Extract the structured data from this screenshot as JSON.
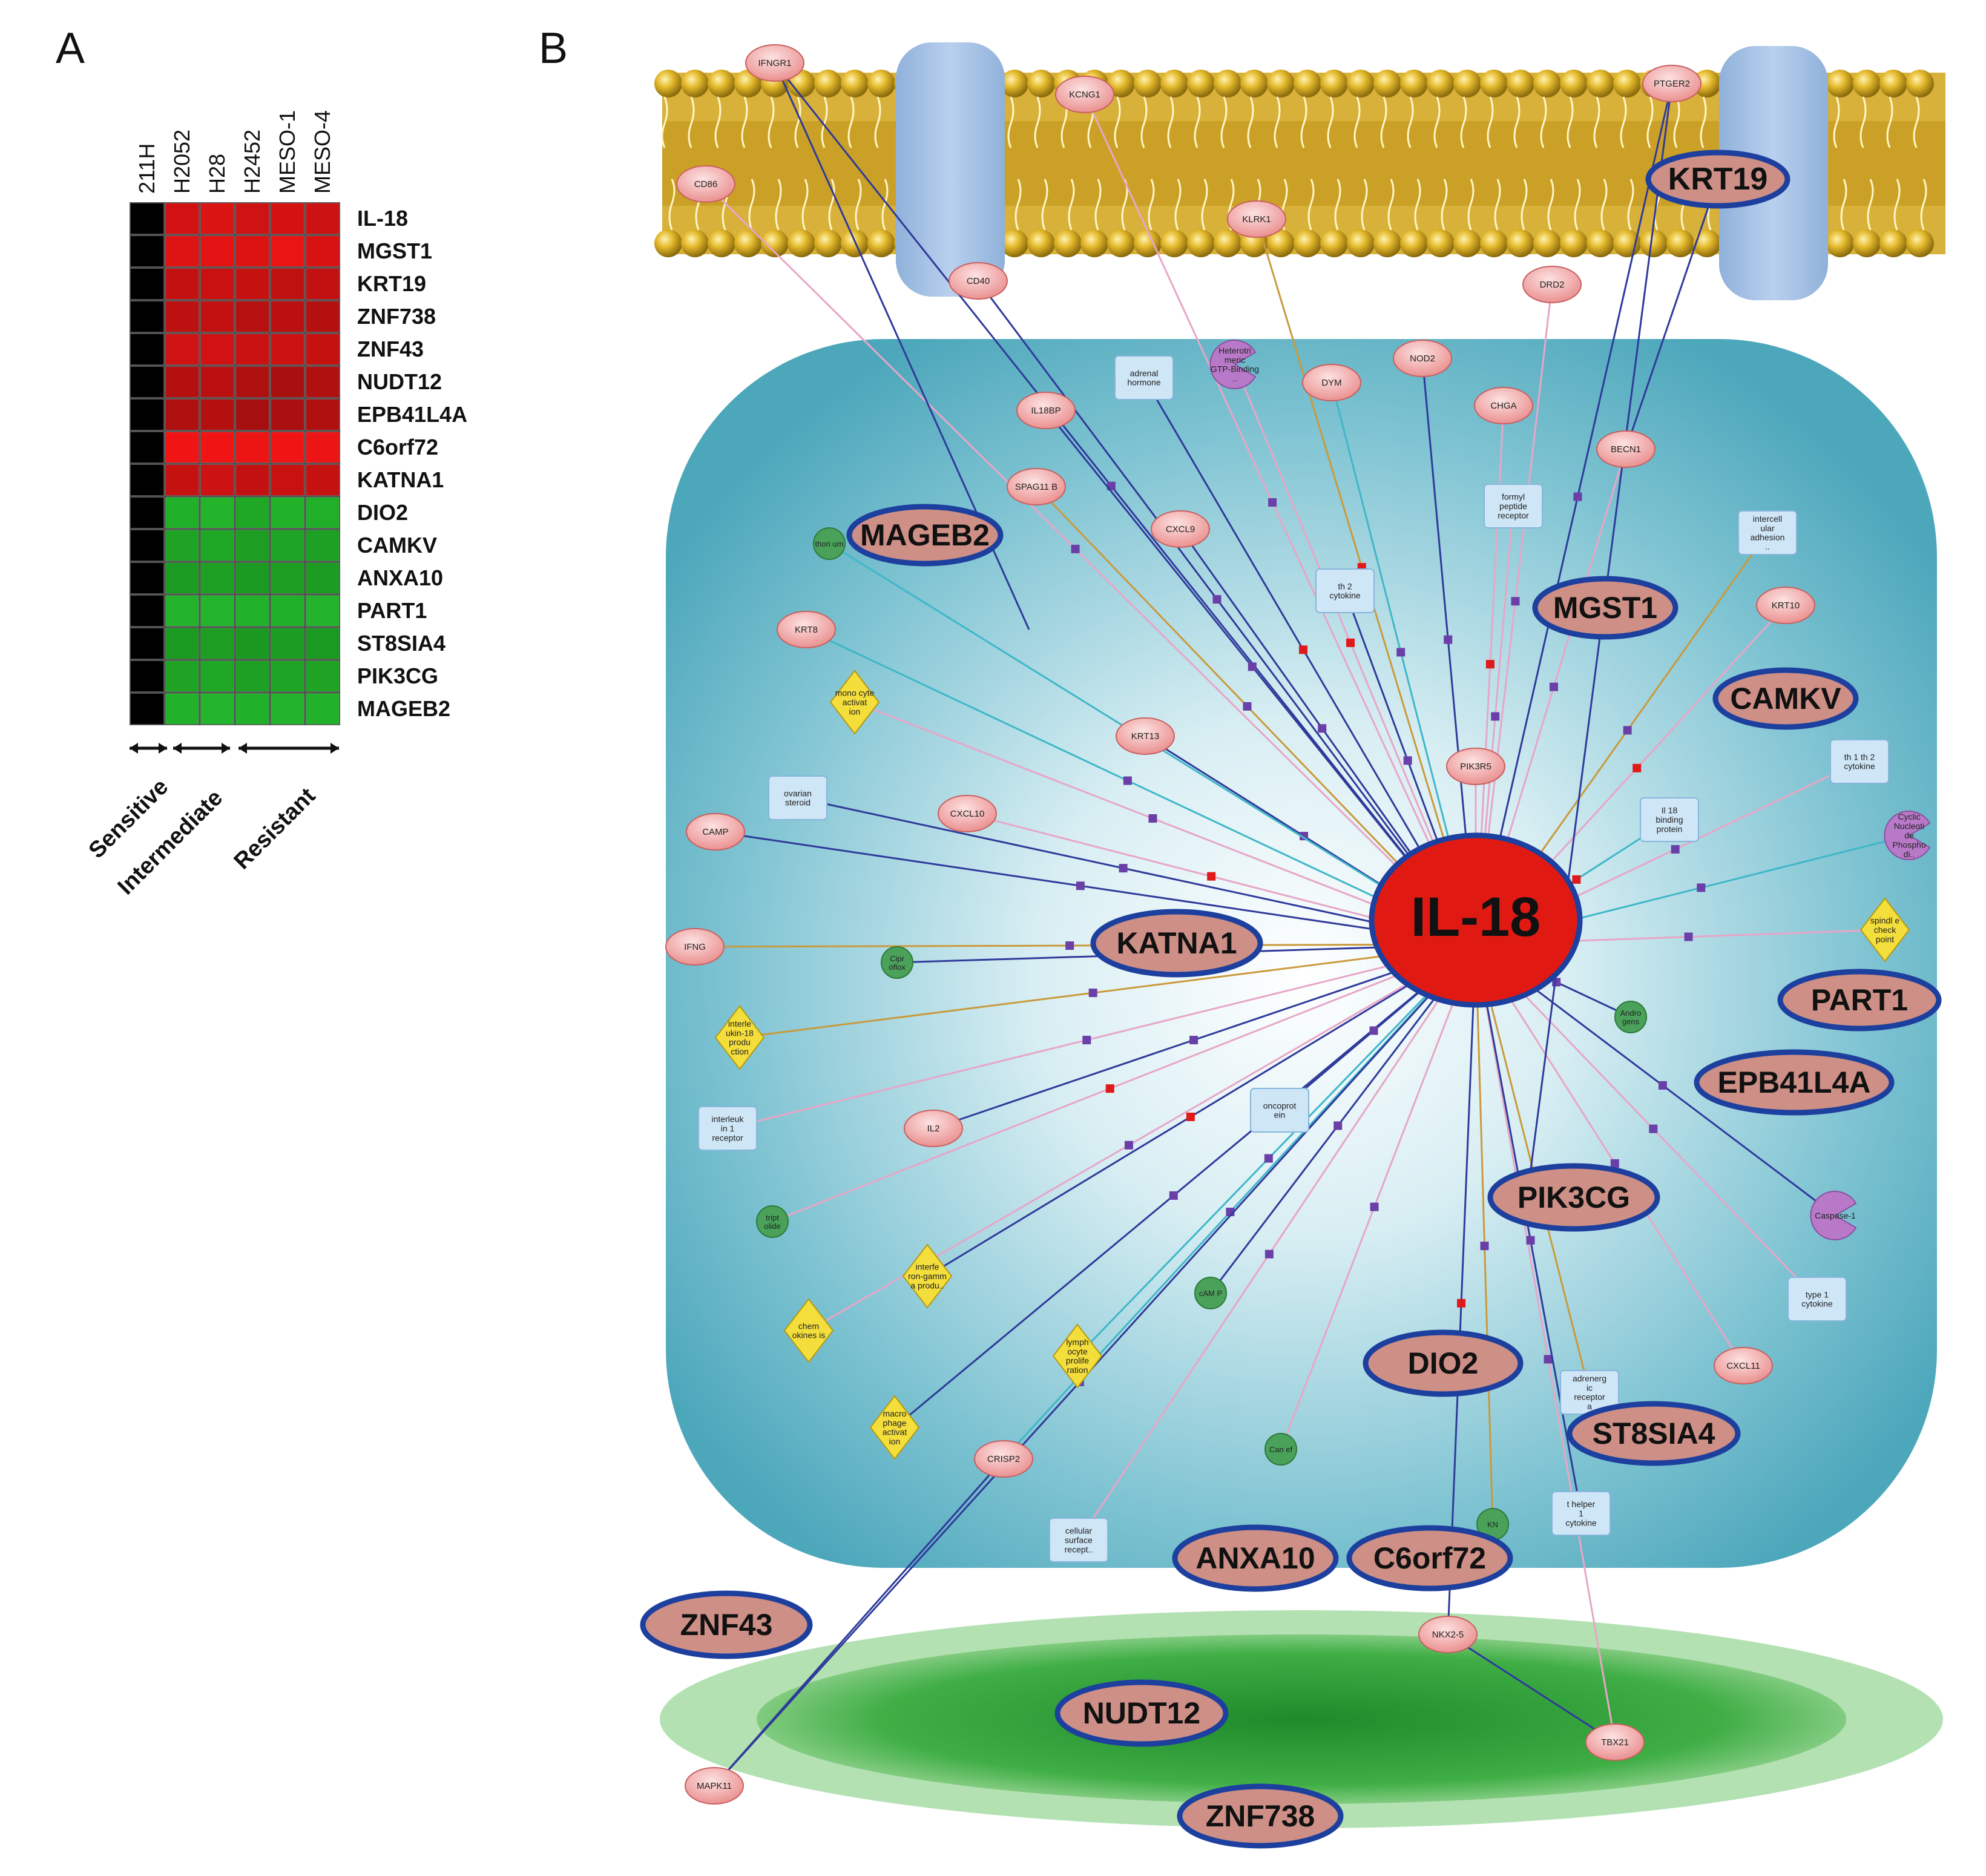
{
  "panels": {
    "a": "A",
    "b": "B"
  },
  "heatmap": {
    "columns": [
      "211H",
      "H2052",
      "H28",
      "H2452",
      "MESO-1",
      "MESO-4"
    ],
    "rows": [
      "IL-18",
      "MGST1",
      "KRT19",
      "ZNF738",
      "ZNF43",
      "NUDT12",
      "EPB41L4A",
      "C6orf72",
      "KATNA1",
      "DIO2",
      "CAMKV",
      "ANXA10",
      "PART1",
      "ST8SIA4",
      "PIK3CG",
      "MAGEB2"
    ],
    "values": [
      [
        0,
        0.8,
        0.85,
        0.78,
        0.82,
        0.76
      ],
      [
        0,
        0.88,
        0.92,
        0.86,
        0.95,
        0.84
      ],
      [
        0,
        0.7,
        0.74,
        0.72,
        0.68,
        0.7
      ],
      [
        0,
        0.66,
        0.7,
        0.62,
        0.64,
        0.6
      ],
      [
        0,
        0.78,
        0.8,
        0.74,
        0.76,
        0.72
      ],
      [
        0,
        0.6,
        0.64,
        0.56,
        0.52,
        0.58
      ],
      [
        0,
        0.56,
        0.6,
        0.5,
        0.54,
        0.58
      ],
      [
        0,
        1.0,
        1.0,
        0.98,
        1.0,
        0.97
      ],
      [
        0,
        0.72,
        0.76,
        0.7,
        0.74,
        0.72
      ],
      [
        0,
        -0.78,
        -0.82,
        -0.7,
        -0.8,
        -0.76
      ],
      [
        0,
        -0.66,
        -0.7,
        -0.62,
        -0.68,
        -0.64
      ],
      [
        0,
        -0.6,
        -0.64,
        -0.58,
        -0.62,
        -0.6
      ],
      [
        0,
        -0.82,
        -0.84,
        -0.8,
        -0.78,
        -0.82
      ],
      [
        0,
        -0.58,
        -0.62,
        -0.56,
        -0.6,
        -0.58
      ],
      [
        0,
        -0.66,
        -0.7,
        -0.64,
        -0.68,
        -0.66
      ],
      [
        0,
        -0.8,
        -0.84,
        -0.78,
        -0.82,
        -0.8
      ]
    ],
    "groups": [
      "Sensitive",
      "Intermediate",
      "Resistant"
    ],
    "colors": {
      "up": "#e01010",
      "down": "#2fbe2f",
      "zero": "#000000"
    }
  },
  "network": {
    "hub": "IL-18",
    "highlighted": [
      "KRT19",
      "MAGEB2",
      "MGST1",
      "CAMKV",
      "KATNA1",
      "PART1",
      "EPB41L4A",
      "PIK3CG",
      "DIO2",
      "ST8SIA4",
      "ANXA10",
      "C6orf72",
      "ZNF43",
      "NUDT12",
      "ZNF738"
    ],
    "proteins": [
      "IFNGR1",
      "KCNG1",
      "PTGER2",
      "CD86",
      "KLRK1",
      "CD40",
      "DRD2",
      "DYM",
      "NOD2",
      "CHGA",
      "IL18BP",
      "BECN1",
      "SPAG11 B",
      "CXCL9",
      "KRT10",
      "KRT8",
      "KRT13",
      "PIK3R5",
      "CAMP",
      "CXCL10",
      "IFNG",
      "IL2",
      "CXCL11",
      "CRISP2",
      "NKX2-5",
      "TBX21",
      "MAPK11"
    ],
    "processes": [
      "mono cyte activat ion",
      "interle ukin-18 produ ction",
      "interfe ron-gamm a produ..",
      "chem okines is",
      "lymph ocyte prolife ration",
      "macro phage activat ion",
      "spindl e check point"
    ],
    "classes": [
      "adrenal hormone",
      "formyl peptide receptor",
      "intercell ular adhesion ..",
      "th 2 cytokine",
      "th 1 th 2 cytokine",
      "Il 18 binding protein",
      "ovarian steroid",
      "interleuk in 1 receptor",
      "oncoprot ein",
      "type 1 cytokine",
      "adrenerg ic receptor a",
      "t helper 1 cytokine",
      "cellular surface recept.."
    ],
    "compounds": [
      "thori um",
      "Cipr oflox",
      "tript olide",
      "cAM P",
      "Can ef",
      "KN",
      "Andro gens"
    ],
    "receptors": [
      "Heterotri meric GTP-Binding ..",
      "Cyclic Nucleoti de Phospho di..",
      "Caspase-1"
    ],
    "colors": {
      "membrane": "#c9a227",
      "cell": "#62b3c6",
      "nucleus": "#3aa33a",
      "highlight_fill": "#cd8f86",
      "highlight_border": "#1d3f9e",
      "hub_fill": "#e01a12",
      "protein_fill": "#f0a3a3"
    }
  }
}
